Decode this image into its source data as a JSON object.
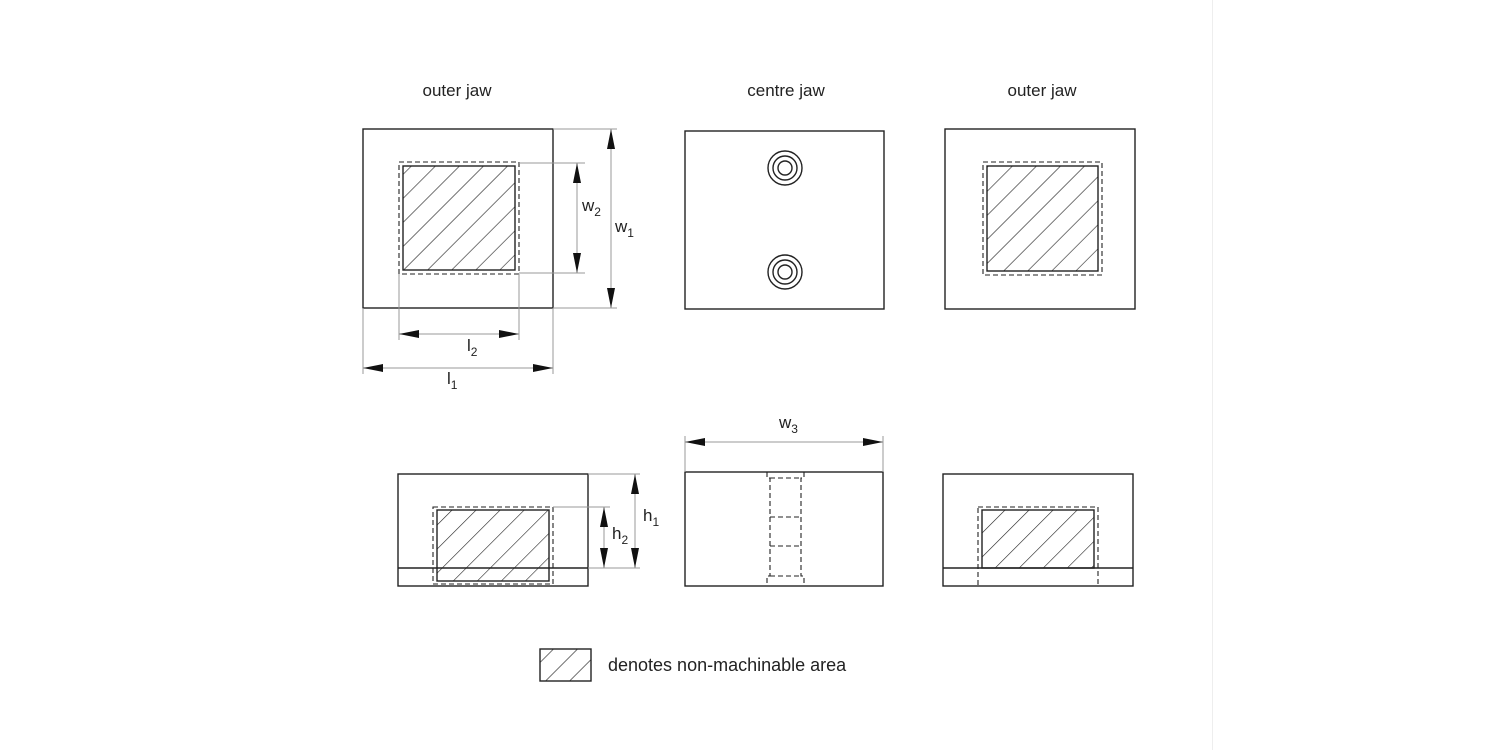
{
  "titles": {
    "left": "outer jaw",
    "centre": "centre jaw",
    "right": "outer jaw"
  },
  "dimensions": {
    "w1": {
      "main": "w",
      "sub": "1"
    },
    "w2": {
      "main": "w",
      "sub": "2"
    },
    "w3": {
      "main": "w",
      "sub": "3"
    },
    "l1": {
      "main": "l",
      "sub": "1"
    },
    "l2": {
      "main": "l",
      "sub": "2"
    },
    "h1": {
      "main": "h",
      "sub": "1"
    },
    "h2": {
      "main": "h",
      "sub": "2"
    }
  },
  "legend": {
    "text": "denotes non-machinable area"
  }
}
